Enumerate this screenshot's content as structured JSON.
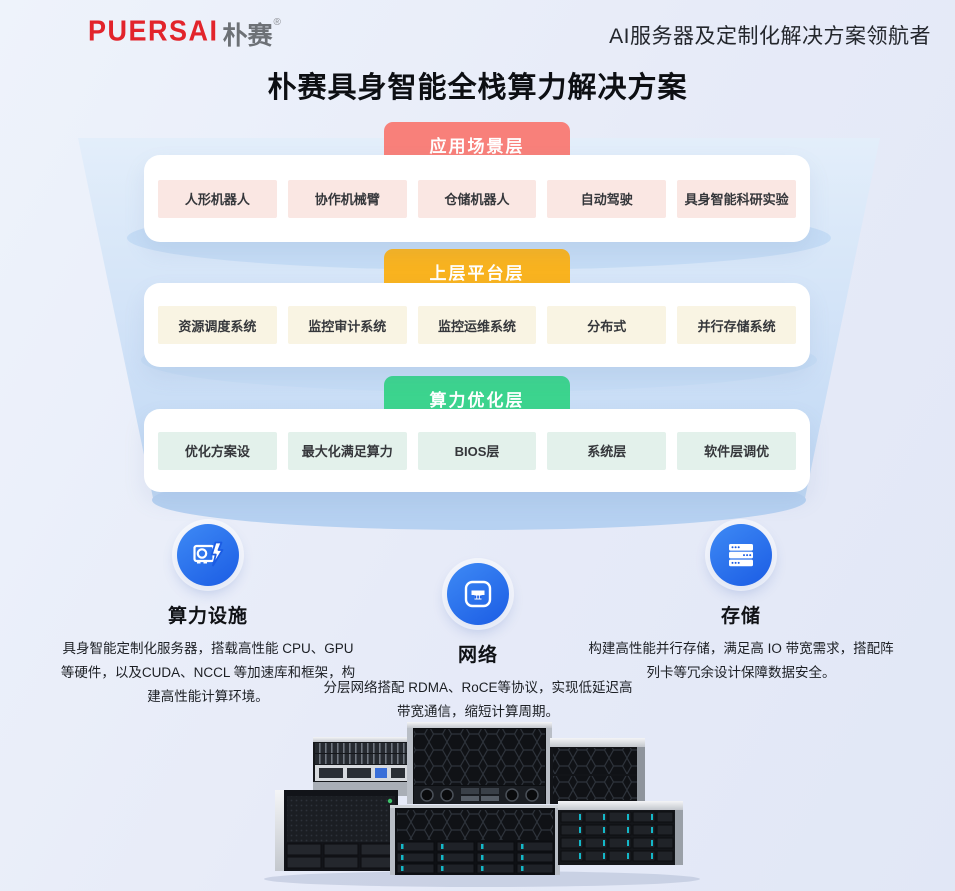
{
  "header": {
    "logo_text": "PUERSAI",
    "logo_cn": "朴赛",
    "logo_reg": "®",
    "tagline": "AI服务器及定制化解决方案领航者"
  },
  "title": "朴赛具身智能全栈算力解决方案",
  "layers": [
    {
      "label": "应用场景层",
      "banner_color": "#F8807A",
      "item_bg": "#FAE7E3",
      "items": [
        "人形机器人",
        "协作机械臂",
        "仓储机器人",
        "自动驾驶",
        "具身智能科研实验"
      ]
    },
    {
      "label": "上层平台层",
      "banner_color": "#F9B31F",
      "item_bg": "#F9F4E3",
      "items": [
        "资源调度系统",
        "监控审计系统",
        "监控运维系统",
        "分布式",
        "并行存储系统"
      ]
    },
    {
      "label": "算力优化层",
      "banner_color": "#3CD48E",
      "item_bg": "#E3F1EB",
      "items": [
        "优化方案设",
        "最大化满足算力",
        "BIOS层",
        "系统层",
        "软件层调优"
      ]
    }
  ],
  "features": [
    {
      "icon": "gpu-card-icon",
      "title": "算力设施",
      "desc": "具身智能定制化服务器，搭载高性能 CPU、GPU 等硬件，以及CUDA、NCCL 等加速库和框架，构建高性能计算环境。"
    },
    {
      "icon": "ethernet-port-icon",
      "title": "网络",
      "desc": "分层网络搭配 RDMA、RoCE等协议，实现低延迟高带宽通信，缩短计算周期。"
    },
    {
      "icon": "storage-server-icon",
      "title": "存储",
      "desc": "构建高性能并行存储，满足高 IO 带宽需求，搭配阵列卡等冗余设计保障数据安全。"
    }
  ],
  "colors": {
    "logo_red": "#E2242B",
    "accent_blue": "#1C5FE5",
    "background": "#E7EAF8",
    "banner_red": "#F8807A",
    "banner_yellow": "#F9B31F",
    "banner_green": "#3CD48E"
  }
}
